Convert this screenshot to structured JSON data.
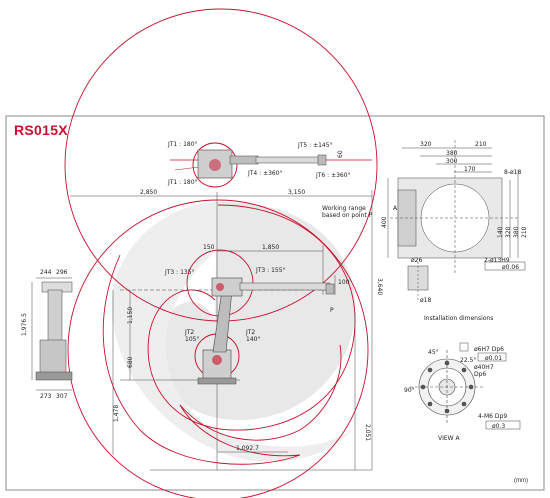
{
  "title": "RS015X",
  "units": "(mm)",
  "colors": {
    "accent": "#c8102e",
    "line": "#444444",
    "fill": "#e6e6e6"
  },
  "labels": {
    "jt1_top": "JT1 : 180°",
    "jt1_bottom": "JT1 : 180°",
    "jt4": "JT4 : ±360°",
    "jt5": "JT5 : ±145°",
    "jt6": "JT6 : ±360°",
    "jt3_left": "JT3 : 135°",
    "jt3_right": "JT3 : 155°",
    "jt2_left": "JT2\n105°",
    "jt2_right": "JT2\n140°",
    "working_range": "Working range\nbased on point P",
    "point_p": "P",
    "install": "Installation dimensions",
    "view_a": "VIEW A",
    "arrow_a": "A",
    "tool_holes": "8-ø18",
    "phi26": "ø26",
    "phi18": "ø18",
    "pin": "2-ø13H9",
    "flange1": "ø6H7 Dp6",
    "flange2": "ø40H7\nDp6",
    "flange3": "4-M6 Dp9",
    "tol1": "ø0.06",
    "tol2": "ø0.01",
    "tol3": "ø0.3"
  },
  "dims": {
    "d2850": "2,850",
    "d3150": "3,150",
    "d150": "150",
    "d1850": "1,850",
    "d100": "100",
    "d1150": "1,150",
    "d680": "680",
    "d1478": "1,478",
    "d1092": "1,092.7",
    "d3640": "3,640",
    "d2051": "2,051",
    "d60": "60",
    "d1976": "1,976.5",
    "d244": "244",
    "d296": "296",
    "d273": "273",
    "d307": "307",
    "d320": "320",
    "d210": "210",
    "d380": "380",
    "d300": "300",
    "d170": "170",
    "d400": "400",
    "d140": "140",
    "d320v": "320",
    "d380v": "380",
    "d210v": "210",
    "ang45": "45°",
    "ang90": "90°",
    "ang22": "22.5°"
  }
}
